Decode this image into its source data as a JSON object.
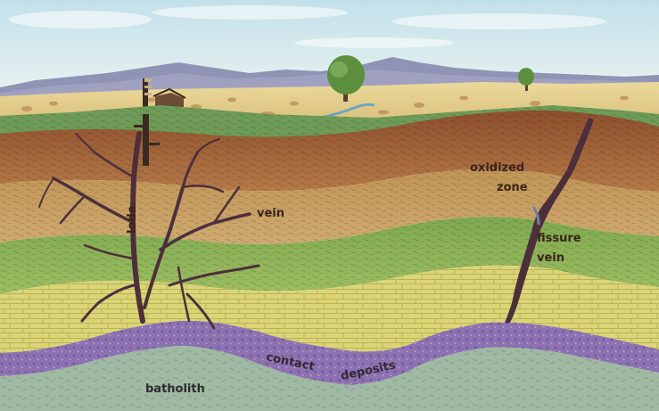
{
  "labels": {
    "lode": "lode",
    "vein": "vein",
    "oxidized": "oxidized",
    "zone": "zone",
    "fissure": "fissure",
    "fissure_vein": "vein",
    "contact": "contact",
    "deposits": "deposits",
    "batholith": "batholith"
  },
  "colors": {
    "sky_top": "#c7e3ec",
    "sky_bottom": "#e8f3f2",
    "mountains": "#8f93b4",
    "desert": "#e3cf8e",
    "grass_top": "#6e9b57",
    "brown_layer": "#9c5b35",
    "tan_layer": "#c59a62",
    "green_layer": "#8fb35c",
    "yellow_layer": "#dcd576",
    "purple_contact": "#8d72b1",
    "batholith": "#9fb9a3",
    "vein_dark": "#4d2f3c",
    "label_text": "#3a2418"
  }
}
